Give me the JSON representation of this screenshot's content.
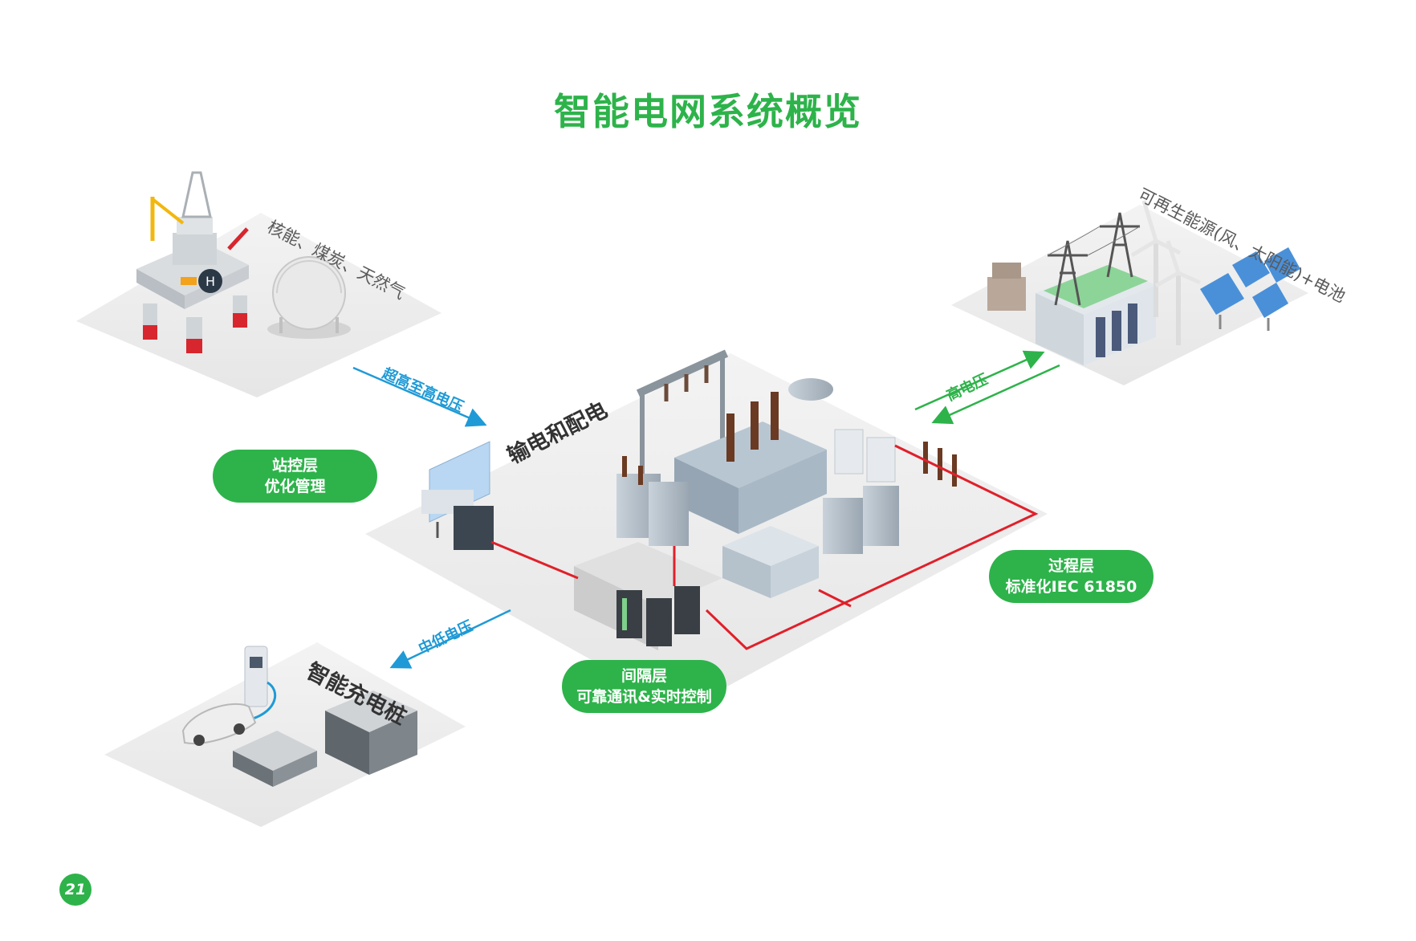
{
  "title": "智能电网系统概览",
  "sources_label": "核能、煤炭、天然气",
  "renewables_label": "可再生能源(风、太阳能)+电池",
  "transmission_label": "输电和配电",
  "charging_label": "智能充电桩",
  "arrows": {
    "uhv": "超高至高电压",
    "hv": "高电压",
    "mlv": "中低电压"
  },
  "pills": {
    "station": {
      "line1": "站控层",
      "line2": "优化管理"
    },
    "process": {
      "line1": "过程层",
      "line2": "标准化IEC 61850"
    },
    "bay": {
      "line1": "间隔层",
      "line2": "可靠通讯&实时控制"
    }
  },
  "page_number": "21",
  "colors": {
    "accent_green": "#2db34a",
    "arrow_blue": "#1f9ad6",
    "wire_red": "#e0202a",
    "platform_gray": "#eeeeee"
  }
}
